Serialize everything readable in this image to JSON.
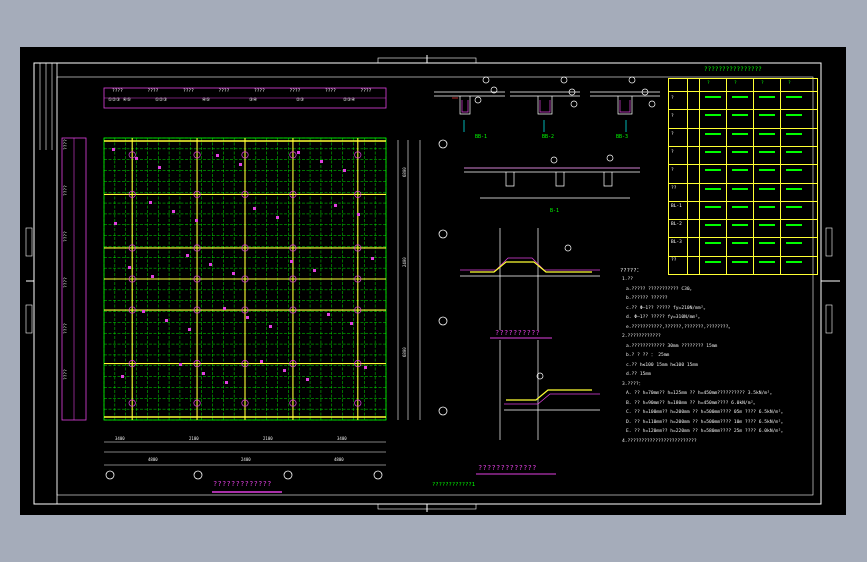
{
  "sheet": {
    "plan_title": "?????????????",
    "sheet_code": "????????????1"
  },
  "schedule": {
    "title": "????????????????",
    "top_headers": [
      "????",
      "????",
      "????",
      "????",
      "????",
      "????",
      "????",
      "????"
    ],
    "top_tags": [
      "①②③ ④⑤",
      "①②③",
      "④⑤",
      "③④",
      "②③",
      "②③④"
    ],
    "side_headers": [
      "????",
      "????",
      "????",
      "????",
      "????",
      "????"
    ],
    "row_labels": [
      "?",
      "?",
      "?",
      "?",
      "?",
      "??",
      "BL-1",
      "BL-2",
      "BL-3",
      "??"
    ],
    "col_headers": [
      "?",
      "?",
      "?",
      "?"
    ]
  },
  "dimensions": {
    "bottom_a": [
      "3400",
      "2100",
      "2100",
      "3400"
    ],
    "bottom_b": [
      "4800",
      "2400",
      "4800"
    ],
    "right_a": [
      "6800",
      "2400",
      "6800"
    ]
  },
  "sections": {
    "labels": [
      "BB-1",
      "BB-2",
      "BB-3",
      "B-1"
    ],
    "detail_a": "??????????",
    "detail_b": "?????????????"
  },
  "notes": {
    "heading": "?????：",
    "lines": [
      "1.??",
      "a.????? ???????????  C30。",
      "b.??????   ??????",
      "c.??  Φ—1??   ?????  fy=210N/mm²。",
      "d.      Φ—1??  ?????  fy=310N/mm²。",
      "e.???????????,??????,???????,????????。",
      "2.????????????",
      "a.????????????     30mm  ????????  15mm",
      "b.?  ?  ?? ： 25mm",
      "c.?? h≤100 15mm h≤100 15mm",
      "d.?? 15mm",
      "3.????：",
      "A.  ?? h=70mm??  h=125mm  ?? h=450mm??????????   3.5kN/m²。",
      "B.  ?? h=90mm??  h=180mm  ?? h=450mm????         6.0kN/m²。",
      "C.  ?? h=100mm?? h=200mm  ?? h=500mm????  05m ????  6.5kN/m²。",
      "D.  ?? h=110mm?? h=200mm  ?? h=500mm????  10m ????  6.5kN/m²。",
      "E.  ?? h=120mm?? h=220mm  ?? h=580mm????  25m ????  6.0kN/m²。",
      "4.?????????????????????????"
    ]
  },
  "colors": {
    "sheet": "#000000",
    "frame": "#ffffff",
    "grid": "#00ff00",
    "beam": "#ffff33",
    "tag": "#e040e0"
  }
}
